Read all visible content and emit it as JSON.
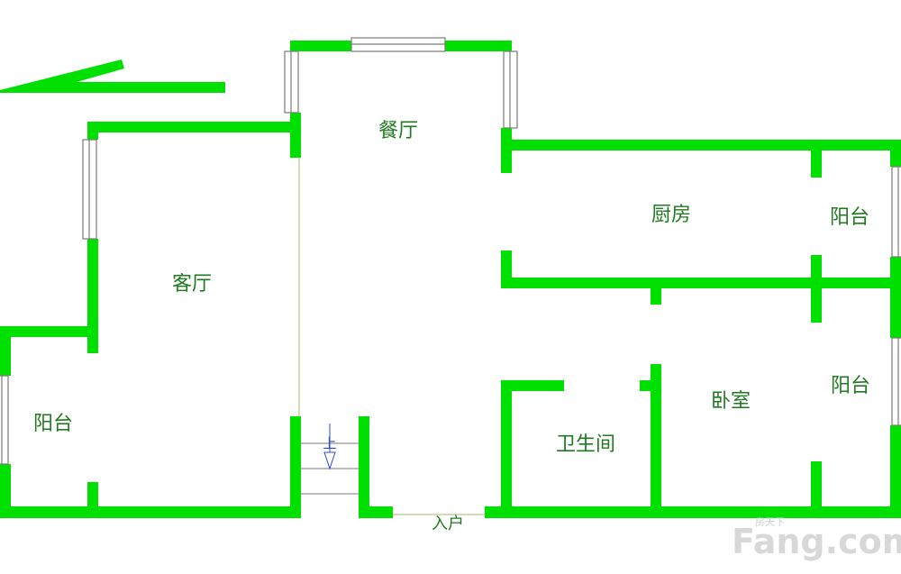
{
  "rooms": {
    "dining": "餐厅",
    "kitchen": "厨房",
    "balcony_kitchen": "阳台",
    "living": "客厅",
    "balcony_left": "阳台",
    "bedroom": "卧室",
    "balcony_bedroom": "阳台",
    "bathroom": "卫生间"
  },
  "labels": {
    "entrance": "入户",
    "stairs": "上"
  },
  "watermark": {
    "brand": "Fang.com",
    "brand_small": "房天下"
  },
  "colors": {
    "wall": "#00e000",
    "text": "#1f7a1f",
    "window": "#7a7a7a",
    "stairs": "#2b4bd6"
  }
}
